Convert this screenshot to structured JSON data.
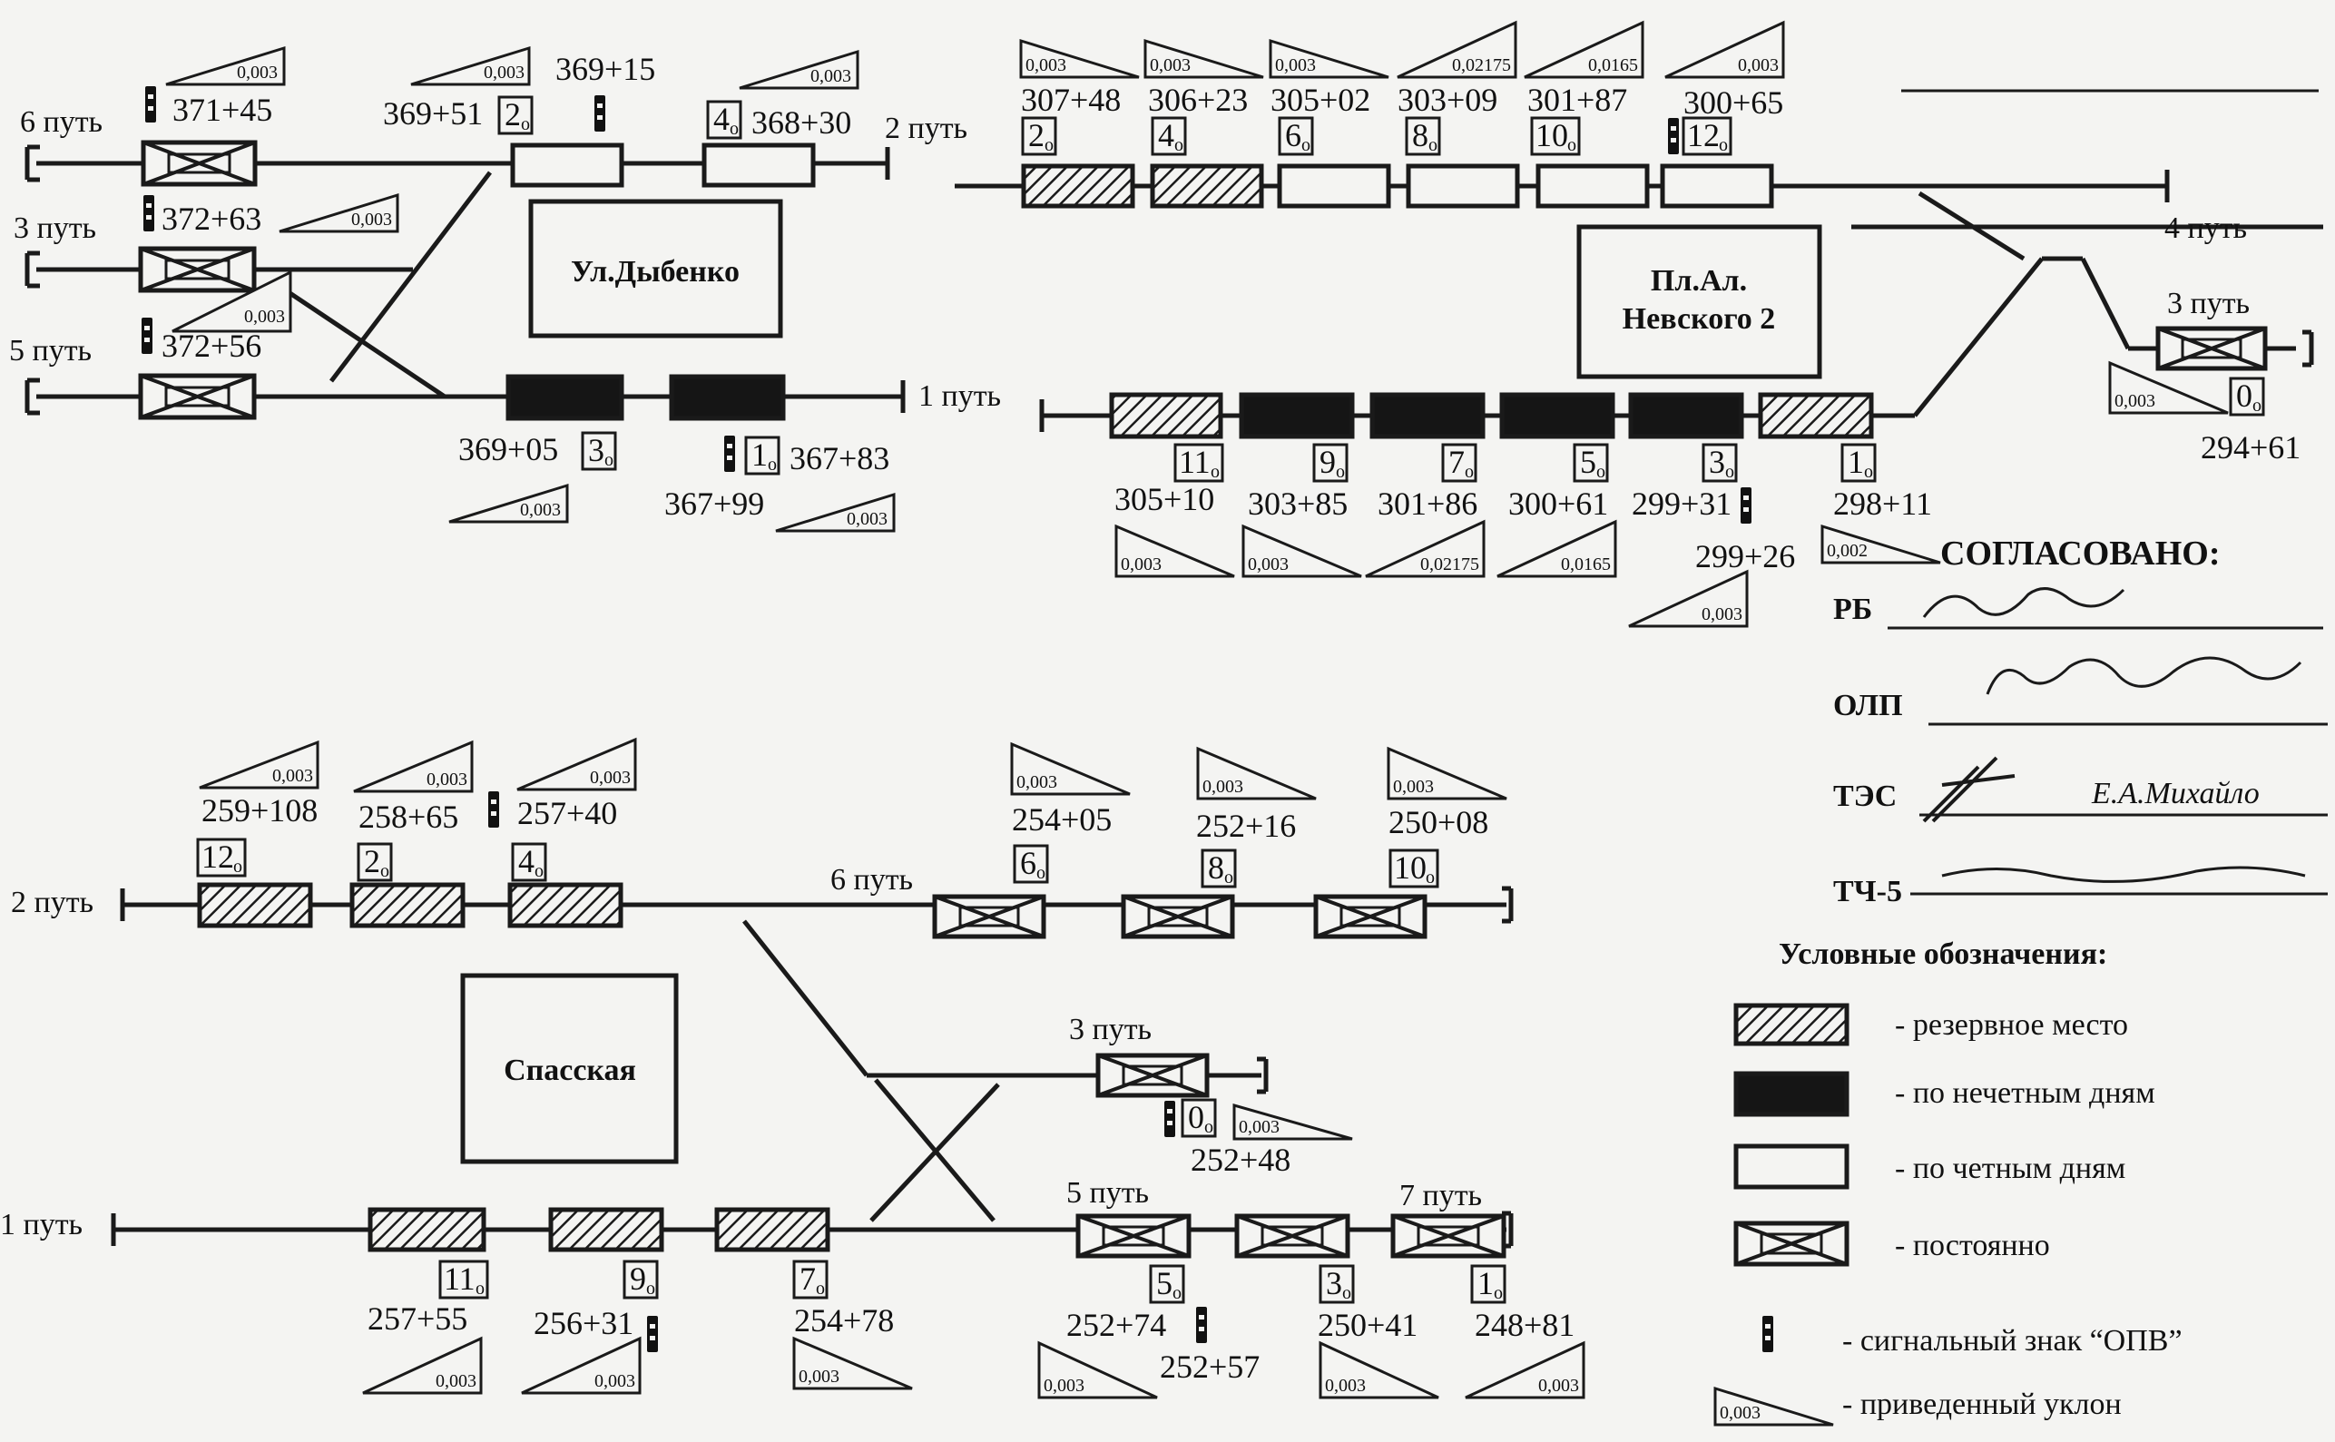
{
  "colors": {
    "track": "#1a1a1a",
    "background": "#f4f4f2",
    "dark_block": "#151515",
    "hatch": "#1a1a1a"
  },
  "legend": {
    "title": "Условные обозначения:",
    "reserve": "- резервное место",
    "odd_days": "- по нечетным дням",
    "even_days": "- по четным дням",
    "permanent": "- постоянно",
    "signal": "- сигнальный знак “ОПВ”",
    "grade_sample": "0,003",
    "grade": "- приведенный уклон"
  },
  "approval": {
    "title": "СОГЛАСОВАНО:",
    "roles": [
      "РБ",
      "ОЛП",
      "ТЭС",
      "ТЧ-5"
    ],
    "tes_name": "Е.А.Михайло"
  },
  "stations": [
    {
      "name": "Ул.Дыбенко"
    },
    {
      "name_line1": "Пл.Ал.",
      "name_line2": "Невского 2"
    },
    {
      "name": "Спасская"
    }
  ],
  "tracks": {
    "t6": "6 путь",
    "t3": "3 путь",
    "t5": "5 путь",
    "t2": "2 путь",
    "t1": "1 путь",
    "t4": "4 путь",
    "t7": "7 путь"
  },
  "marks": {
    "s1": {
      "grades": [
        "0,003",
        "0,003",
        "0,003",
        "0,003",
        "0,003",
        "0,003",
        "0,003"
      ],
      "coords": [
        "371+45",
        "369+51",
        "369+15",
        "368+30",
        "372+63",
        "372+56",
        "369+05",
        "367+83",
        "367+99"
      ],
      "nums": [
        "2",
        "4",
        "3",
        "1"
      ]
    },
    "s2": {
      "grades_top": [
        "0,003",
        "0,003",
        "0,003",
        "0,02175",
        "0,0165",
        "0,003"
      ],
      "coords_top": [
        "307+48",
        "306+23",
        "305+02",
        "303+09",
        "301+87",
        "300+65"
      ],
      "nums_top": [
        "2",
        "4",
        "6",
        "8",
        "10",
        "12"
      ],
      "nums_bottom": [
        "11",
        "9",
        "7",
        "5",
        "3",
        "1",
        "0"
      ],
      "coords_bottom": [
        "305+10",
        "303+85",
        "301+86",
        "300+61",
        "299+31",
        "299+26",
        "298+11",
        "294+61"
      ],
      "grades_bottom": [
        "0,003",
        "0,003",
        "0,02175",
        "0,0165",
        "0,003",
        "0,002",
        "0,003"
      ]
    },
    "s3": {
      "grades_top": [
        "0,003",
        "0,003",
        "0,003",
        "0,003",
        "0,003",
        "0,003"
      ],
      "coords_top": [
        "259+108",
        "258+65",
        "257+40",
        "254+05",
        "252+16",
        "250+08"
      ],
      "nums_top": [
        "12",
        "2",
        "4",
        "6",
        "8",
        "10"
      ],
      "num_t3": "0",
      "grade_t3": "0,003",
      "coord_t3": "252+48",
      "nums_bottom": [
        "11",
        "9",
        "7",
        "5",
        "3",
        "1"
      ],
      "coords_bottom": [
        "257+55",
        "256+31",
        "254+78",
        "252+74",
        "252+57",
        "250+41",
        "248+81"
      ],
      "grades_bottom": [
        "0,003",
        "0,003",
        "0,003",
        "0,003",
        "0,003",
        "0,003"
      ]
    }
  }
}
